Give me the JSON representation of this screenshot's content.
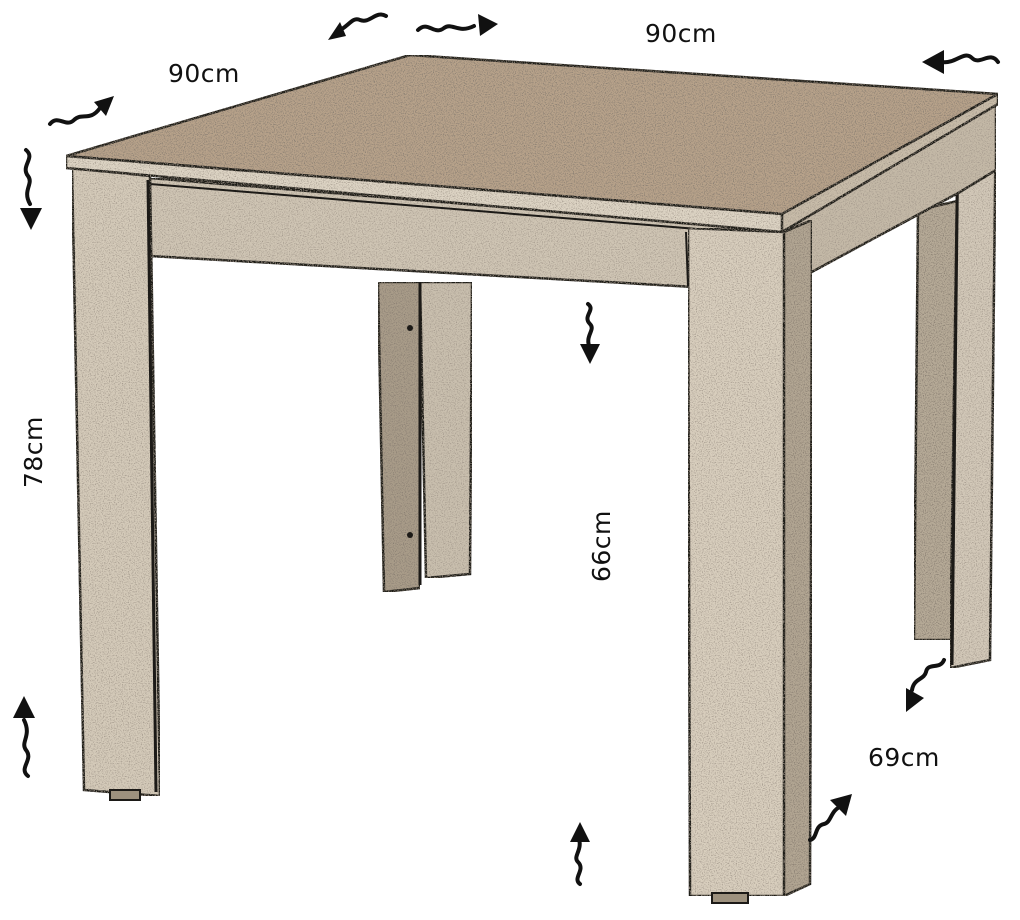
{
  "dimensions": {
    "top_width": "90cm",
    "top_depth": "90cm",
    "total_height": "78cm",
    "under_clearance": "66cm",
    "leg_span": "69cm"
  },
  "colors": {
    "tabletop": "#b8a38b",
    "tabletop_speckle": "#8d7a66",
    "wood_light": "#d9cfbf",
    "wood_mid": "#b9ad9b",
    "wood_shadow": "#8f8371",
    "outline": "#1c1a17",
    "text": "#111111"
  },
  "icons": {
    "dimension_arrow": "wavy-arrow-icon"
  }
}
